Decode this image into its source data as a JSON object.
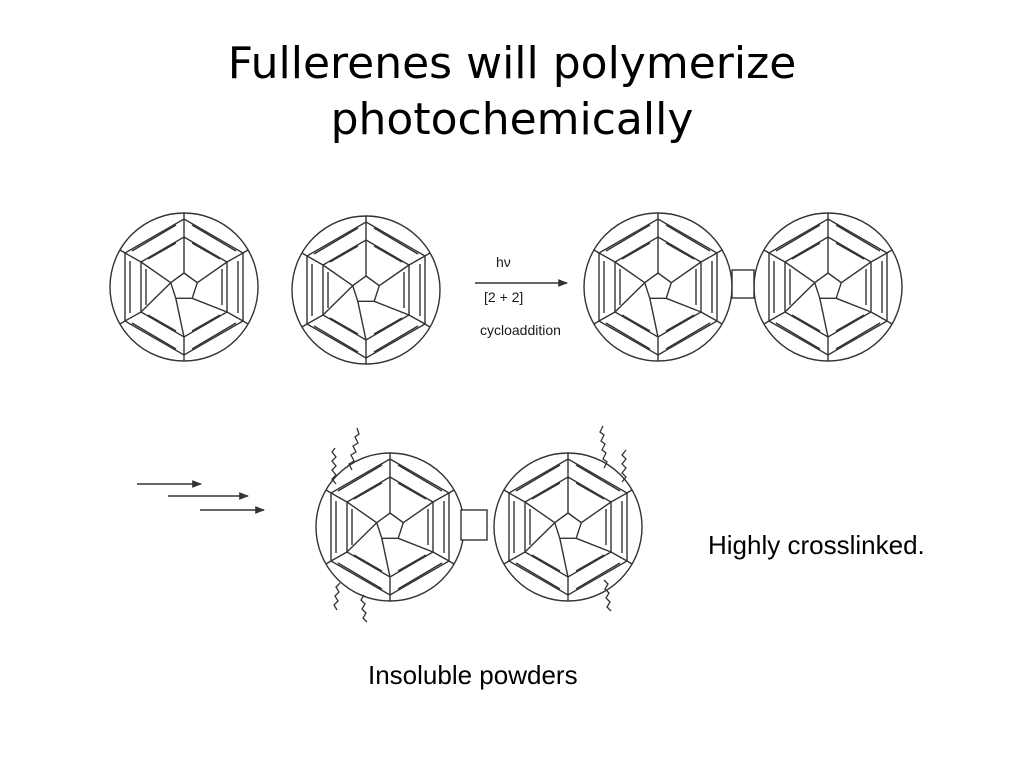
{
  "slide": {
    "title_line1": "Fullerenes will polymerize",
    "title_line2": "photochemically",
    "reaction": {
      "condition_top": "hν",
      "condition_middle": "[2 + 2]",
      "condition_bottom": "cycloaddition"
    },
    "caption_right": "Highly crosslinked.",
    "caption_bottom": "Insoluble powders"
  },
  "colors": {
    "line": "#333333",
    "text": "#000000"
  },
  "icons": [
    "fullerene-icon",
    "arrow-icon",
    "cyclobutane-bridge-icon",
    "wavy-polymer-bond-icon"
  ]
}
